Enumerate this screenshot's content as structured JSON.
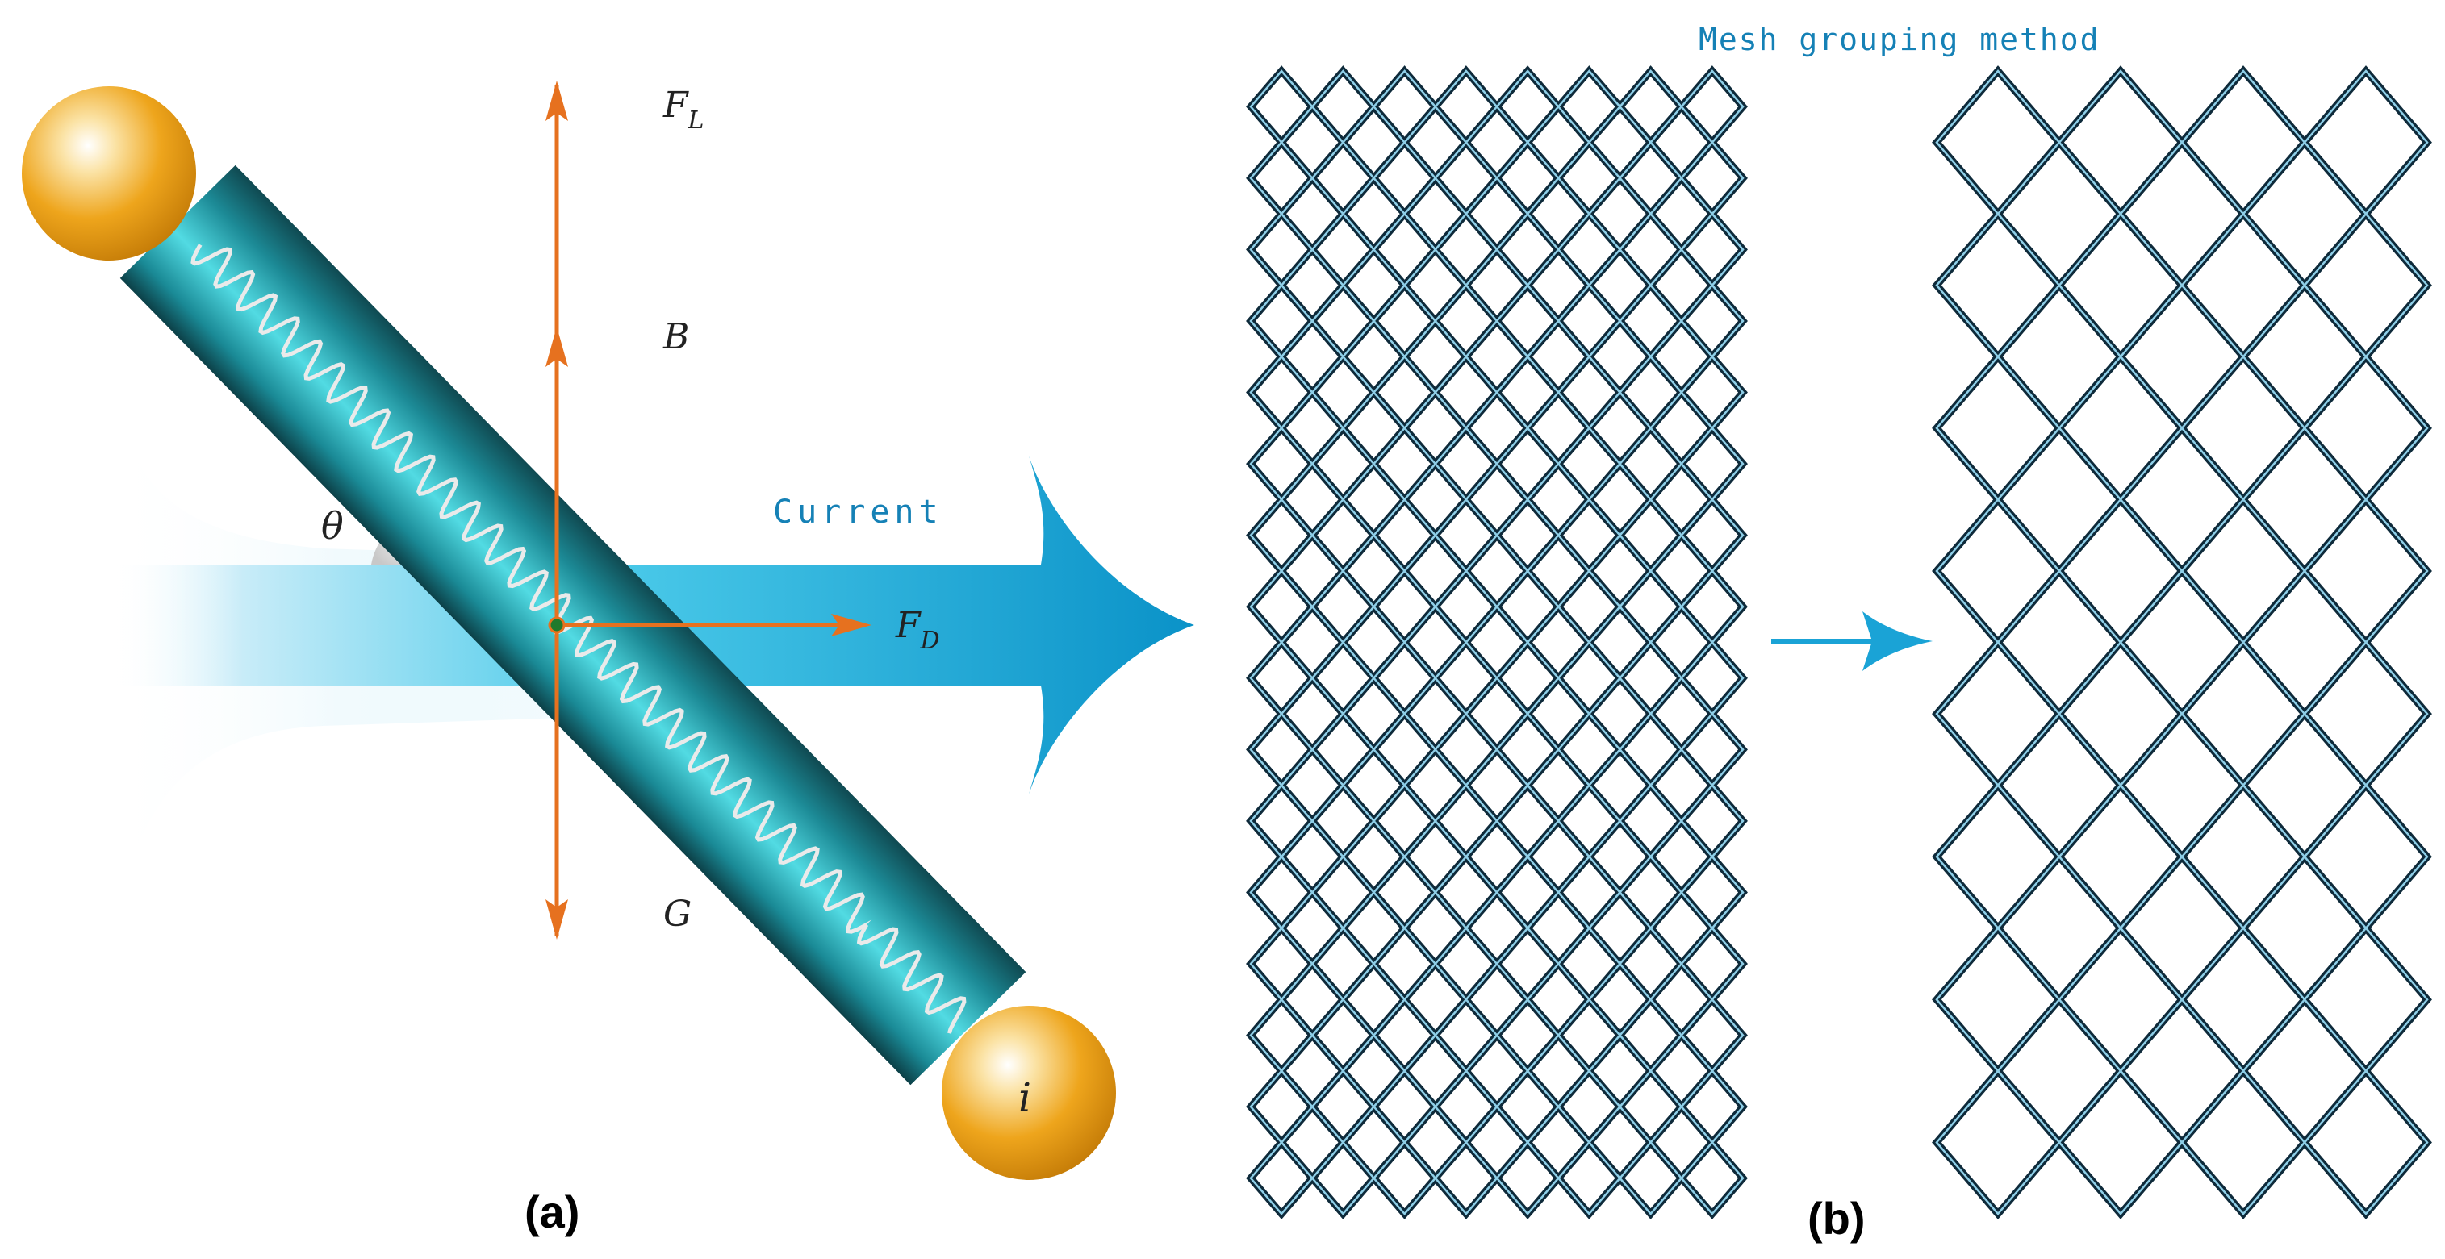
{
  "figure": {
    "panel_a": {
      "panel_label": "(a)",
      "force_lift": "F",
      "force_lift_sub": "L",
      "field": "B",
      "gravity": "G",
      "force_drag": "F",
      "force_drag_sub": "D",
      "angle": "θ",
      "current_label": "Current",
      "index": "i"
    },
    "panel_b": {
      "panel_label": "(b)",
      "title": "Mesh grouping method",
      "dense_mesh": {
        "columns": 8,
        "rows": 16
      },
      "coarse_mesh": {
        "columns": 4,
        "rows": 8
      }
    },
    "colors": {
      "force_arrow": "#e6711f",
      "current": "#1aa3d6",
      "cylinder": "#1e98a5",
      "node": "#e49a12",
      "mesh_line": "#0e2a3a",
      "mesh_highlight": "#8fcfe8"
    }
  }
}
